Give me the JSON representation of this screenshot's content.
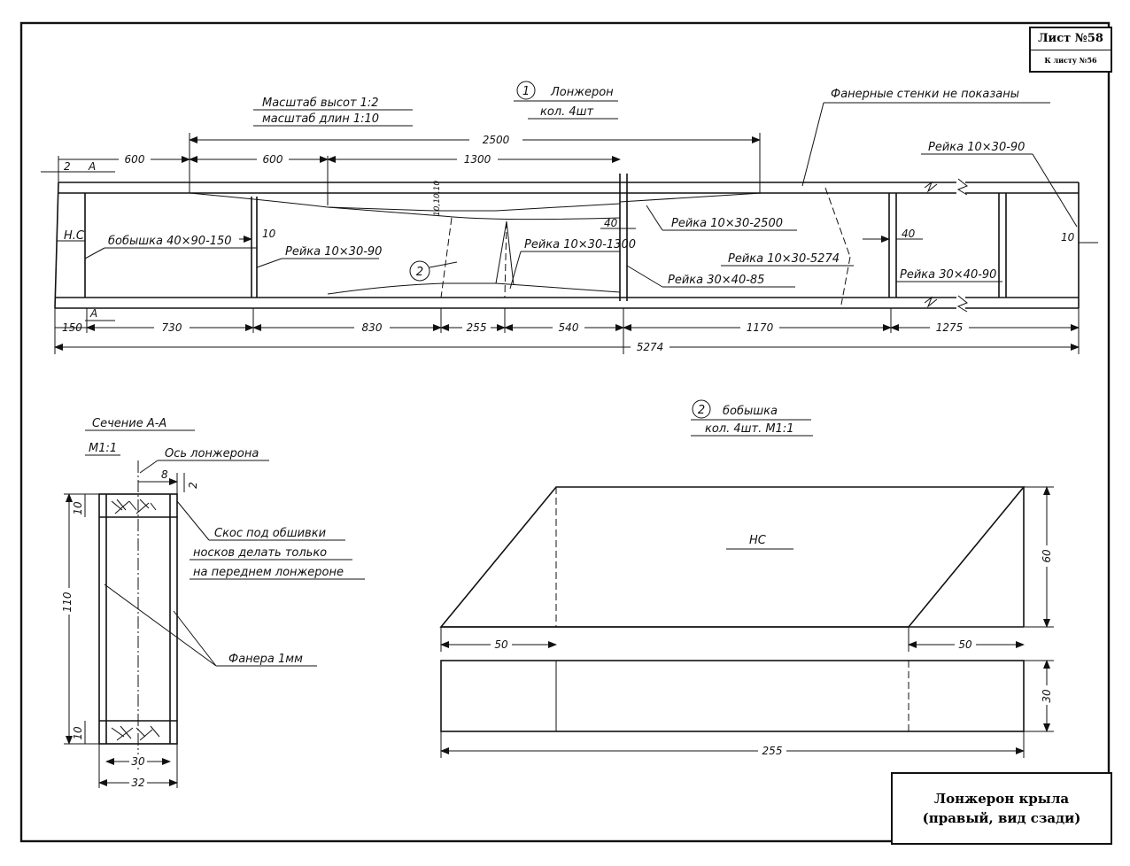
{
  "sheet": {
    "number": "Лист №58",
    "ref": "К листу №56"
  },
  "title_block": {
    "line1": "Лонжерон крыла",
    "line2": "(правый, вид сзади)"
  },
  "main_view": {
    "part_label": "Лонжерон",
    "part_qty": "кол. 4шт",
    "part_number": "1",
    "scale_height": "Масштаб высот 1:2",
    "scale_length": "масштаб длин 1:10",
    "note": "Фанерные стенки не показаны",
    "callouts": {
      "boss": "бобышка 40×90-150",
      "rail_90a": "Рейка 10×30-90",
      "rail_1300": "Рейка 10×30-1300",
      "rail_2500": "Рейка 10×30-2500",
      "rail_5274": "Рейка 10×30-5274",
      "rail_85": "Рейка 30×40-85",
      "rail_90b": "Рейка 30×40-90",
      "rail_90c": "Рейка 10×30-90",
      "hc": "Н.С",
      "section_mark": "А",
      "boss_ref": "2",
      "stack": "10,10,10"
    },
    "dims": {
      "top_2500": "2500",
      "top_600a": "600",
      "top_600b": "600",
      "top_1300": "1300",
      "top_2": "2",
      "d_10a": "10",
      "d_40a": "40",
      "d_40b": "40",
      "d_10b": "10",
      "b_150": "150",
      "b_730": "730",
      "b_830": "830",
      "b_255": "255",
      "b_540": "540",
      "b_1170": "1170",
      "b_1275": "1275",
      "total_5274": "5274"
    }
  },
  "section": {
    "title": "Сечение А-А",
    "scale": "М1:1",
    "axis_note": "Ось лонжерона",
    "bevel_note_1": "Скос под обшивки",
    "bevel_note_2": "носков делать только",
    "bevel_note_3": "на переднем лонжероне",
    "plywood_note": "Фанера 1мм",
    "dims": {
      "w8": "8",
      "w2": "2",
      "h10a": "10",
      "h110": "110",
      "h10b": "10",
      "w30": "30",
      "w32": "32"
    }
  },
  "boss": {
    "part_number": "2",
    "label": "бобышка",
    "qty": "кол. 4шт. М1:1",
    "hc": "НС",
    "dims": {
      "d50a": "50",
      "d50b": "50",
      "d60": "60",
      "d30": "30",
      "d255": "255"
    }
  }
}
